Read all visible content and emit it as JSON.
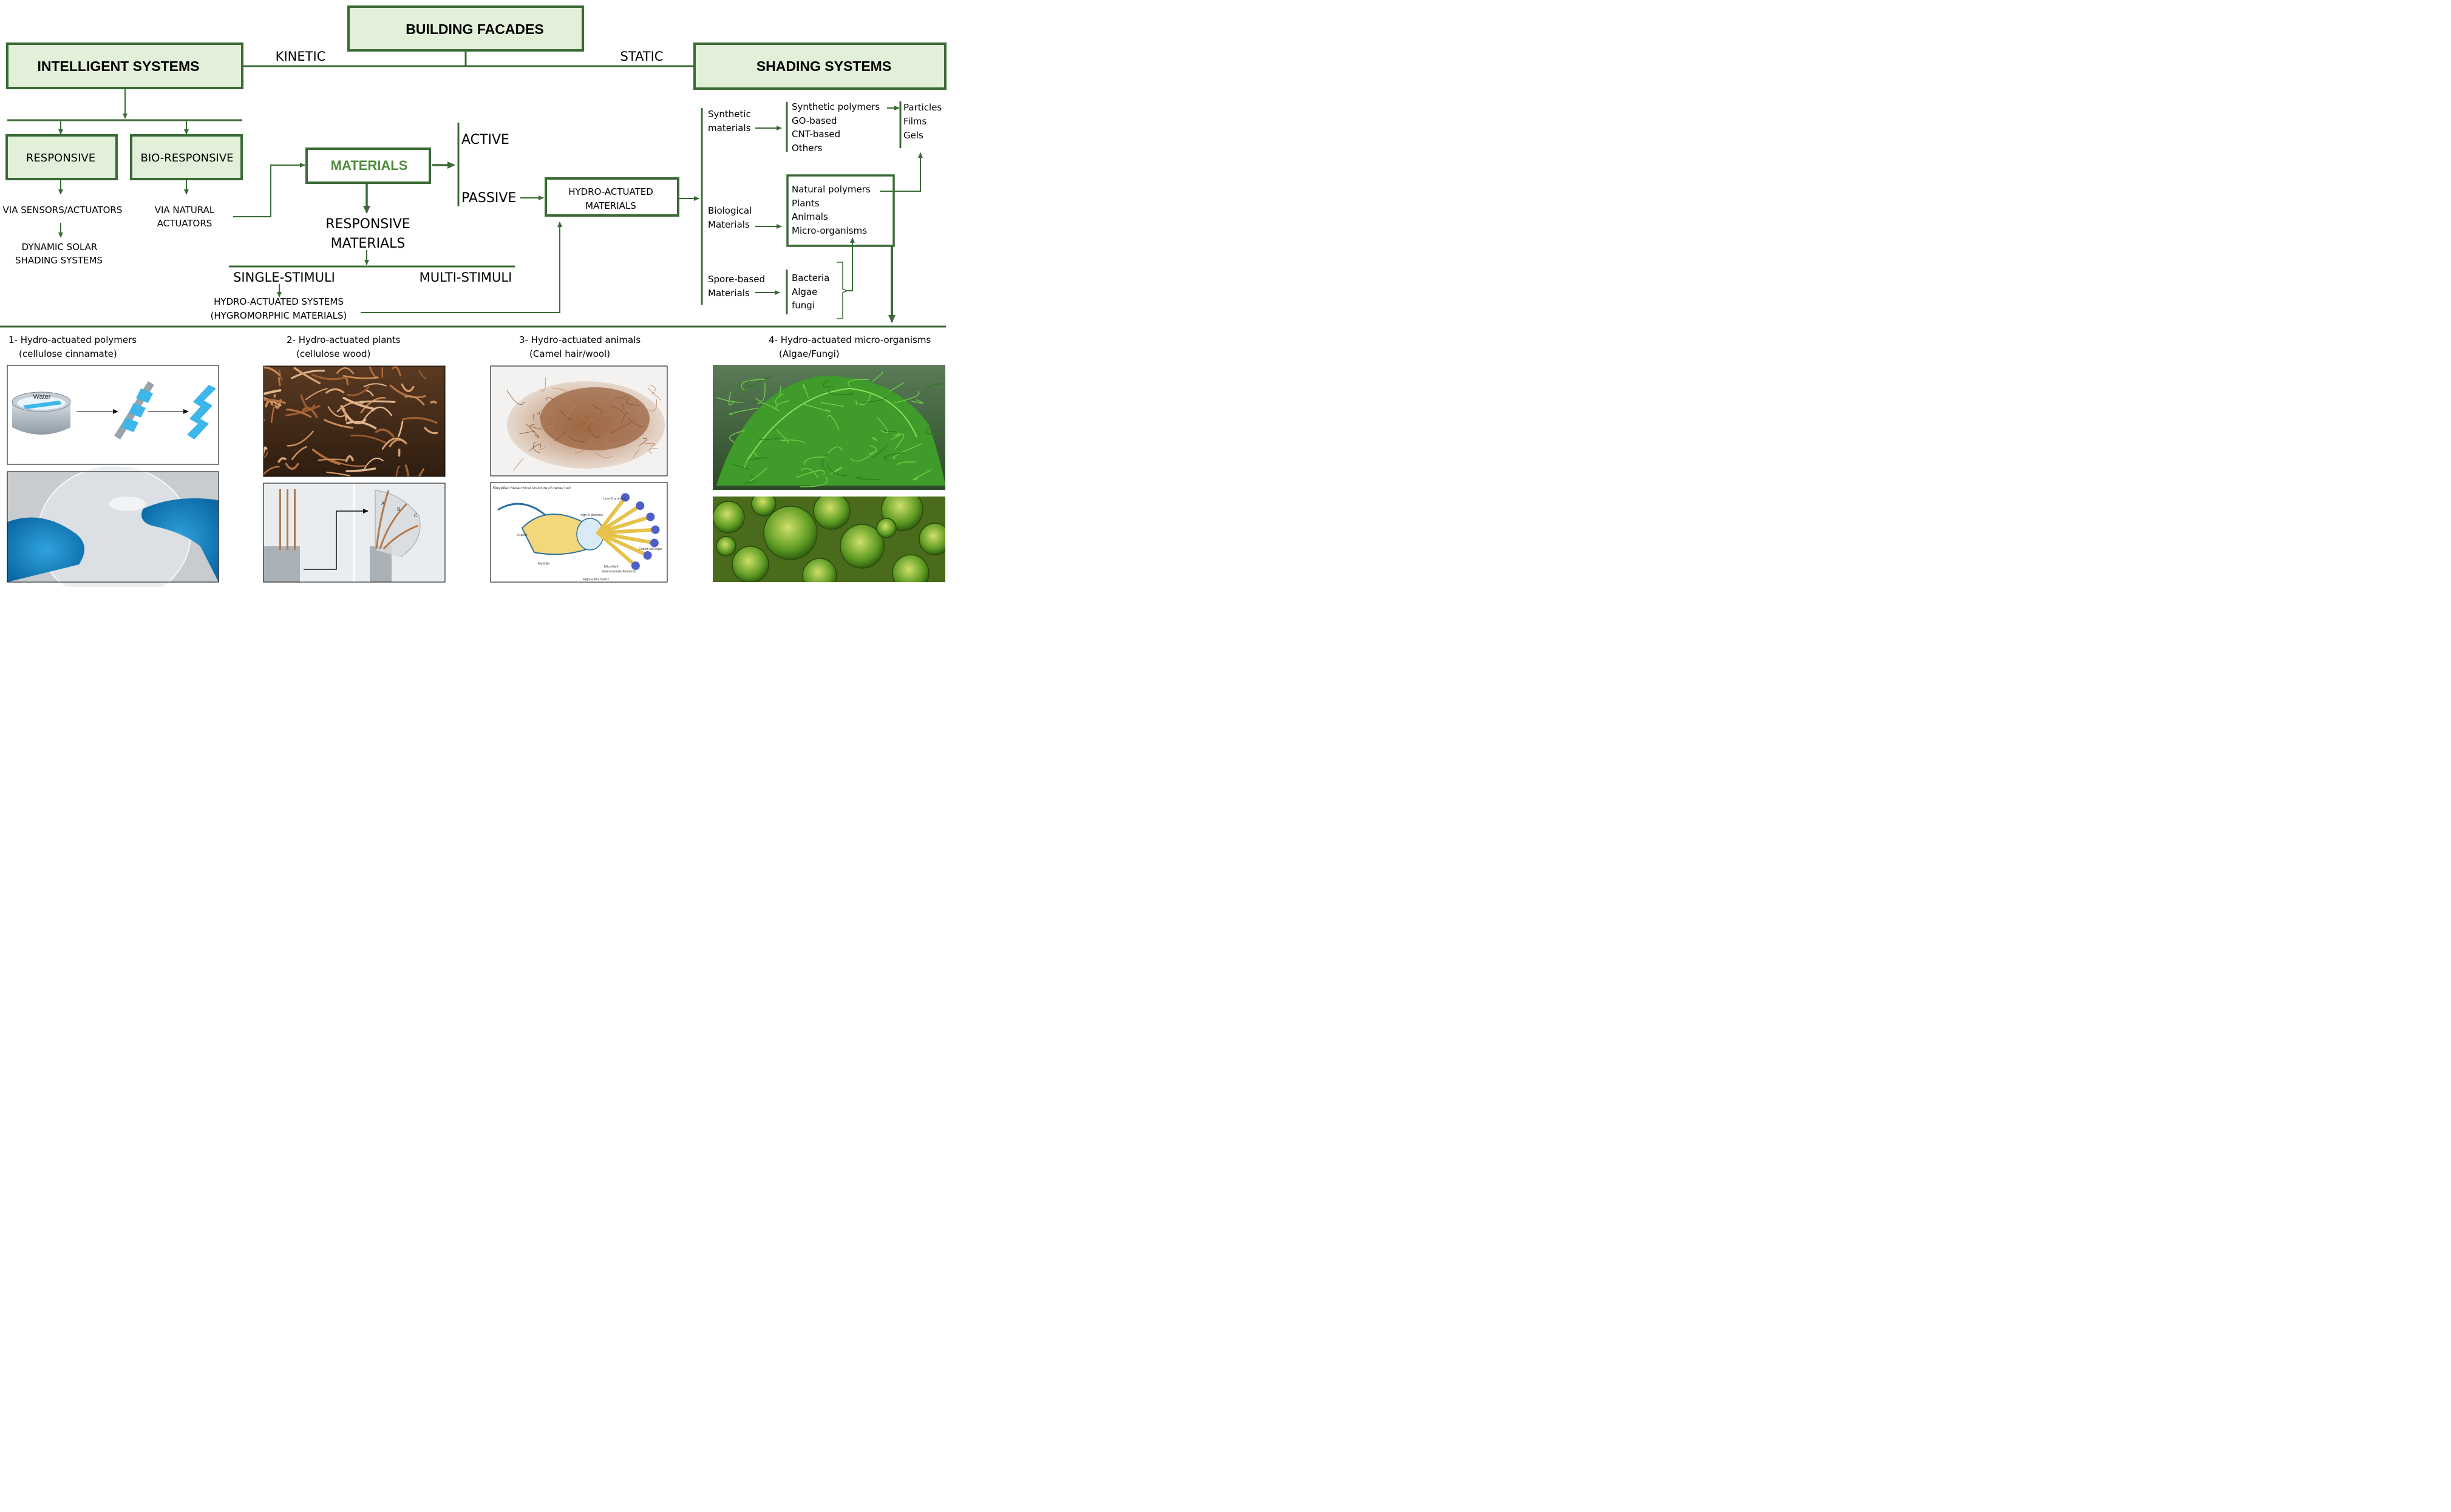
{
  "top": {
    "root": "BUILDING FACADES",
    "left_branch": "KINETIC",
    "right_branch": "STATIC",
    "intelligent": "INTELLIGENT SYSTEMS",
    "shading": "SHADING SYSTEMS"
  },
  "left": {
    "responsive": "RESPONSIVE",
    "bio_responsive": "BIO-RESPONSIVE",
    "via_sensors": "VIA SENSORS/ACTUATORS",
    "via_natural_1": "VIA NATURAL",
    "via_natural_2": "ACTUATORS",
    "dynamic_1": "DYNAMIC  SOLAR",
    "dynamic_2": "SHADING SYSTEMS"
  },
  "center": {
    "materials": "MATERIALS",
    "active": "ACTIVE",
    "passive": "PASSIVE",
    "responsive_materials_1": "RESPONSIVE",
    "responsive_materials_2": "MATERIALS",
    "single": "SINGLE-STIMULI",
    "multi": "MULTI-STIMULI",
    "hydro_systems_1": "HYDRO-ACTUATED  SYSTEMS",
    "hydro_systems_2": "(HYGROMORPHIC MATERIALS)",
    "hydro_materials_1": "HYDRO-ACTUATED",
    "hydro_materials_2": "MATERIALS"
  },
  "right": {
    "synthetic_1": "Synthetic",
    "synthetic_2": "materials",
    "biological_1": "Biological",
    "biological_2": "Materials",
    "spore_1": "Spore-based",
    "spore_2": "Materials",
    "synthetic_list": [
      "Synthetic polymers",
      "GO-based",
      "CNT-based",
      "Others"
    ],
    "forms_list": [
      "Particles",
      "Films",
      "Gels"
    ],
    "natural_list": [
      "Natural polymers",
      "Plants",
      "Animals",
      "Micro-organisms"
    ],
    "spore_list": [
      "Bacteria",
      "Algae",
      "fungi"
    ]
  },
  "panels": {
    "p1_title": "1- Hydro-actuated polymers",
    "p1_sub": "(cellulose cinnamate)",
    "p2_title": "2- Hydro-actuated plants",
    "p2_sub": "(cellulose wood)",
    "p3_title": "3- Hydro-actuated animals",
    "p3_sub": "(Camel hair/wool)",
    "p4_title": "4- Hydro-actuated micro-organisms",
    "p4_sub": "(Algae/Fungi)",
    "water": "Water",
    "hair_caption": "Simplified hierarchical structure of camel hair",
    "hair_labels": [
      "Low-S proteins",
      "High-S proteins",
      "Cuticle",
      "Coiled-coil rope",
      "Medulla",
      "Microfibril",
      "(intermediate filament)",
      "High-sulfur matrix"
    ],
    "wood_letters": [
      "A",
      "B",
      "C"
    ]
  },
  "colors": {
    "accent": "#3a6b35",
    "box_fill": "#e2f0d9",
    "arrow": "#3a6b35"
  }
}
